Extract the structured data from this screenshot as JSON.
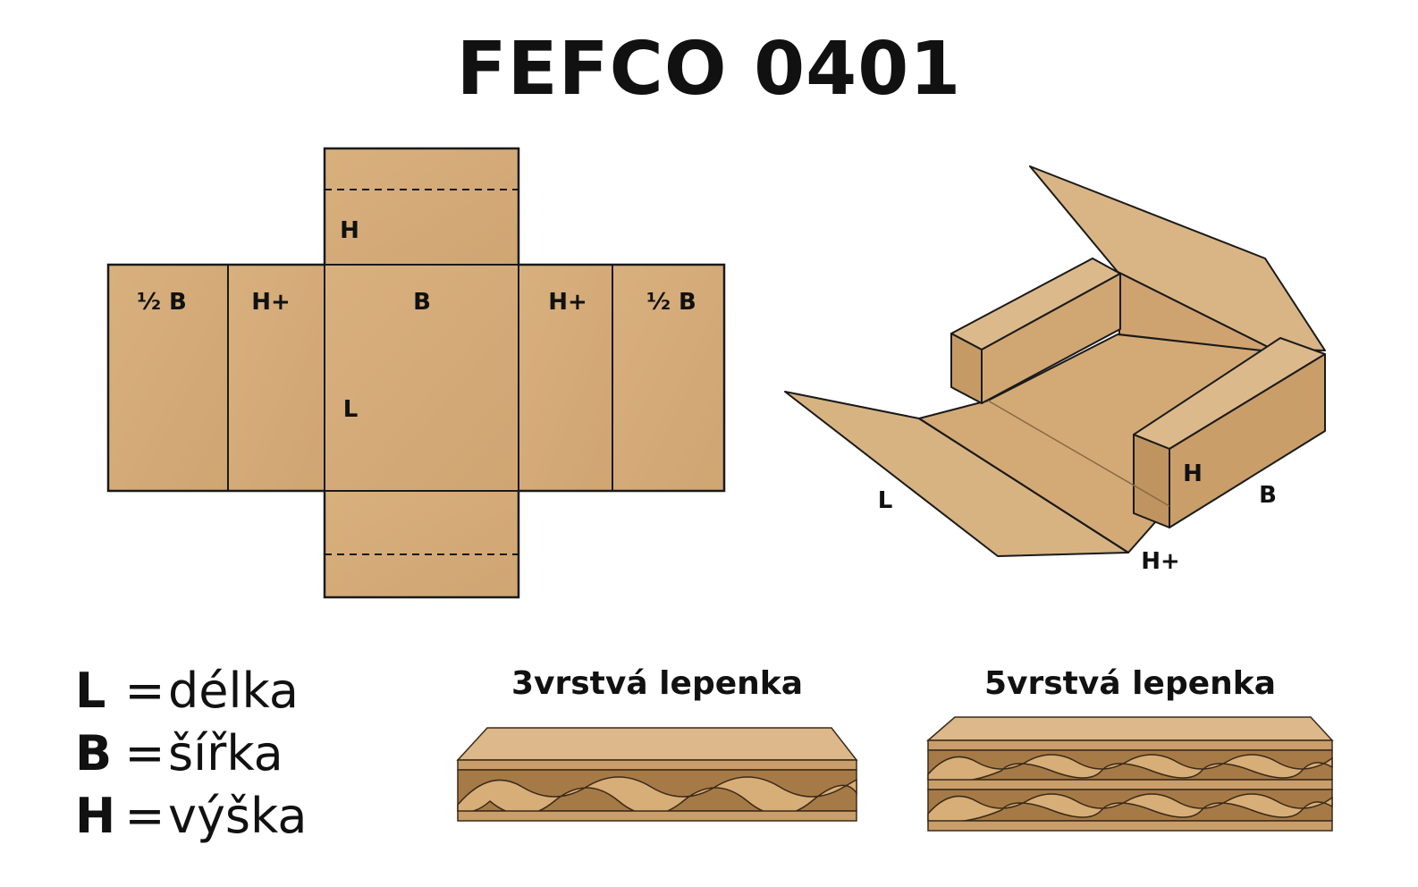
{
  "title": "FEFCO 0401",
  "net_labels": {
    "half_b_left": "½ B",
    "h_plus_left": "H+",
    "b_center": "B",
    "h_plus_right": "H+",
    "half_b_right": "½ B",
    "h_top": "H",
    "l_center": "L"
  },
  "box_labels": {
    "l": "L",
    "h": "H",
    "b": "B",
    "h_plus": "H+"
  },
  "legend": [
    {
      "key": "L",
      "eq": "=",
      "value": "délka"
    },
    {
      "key": "B",
      "eq": "=",
      "value": "šířka"
    },
    {
      "key": "H",
      "eq": "=",
      "value": "výška"
    }
  ],
  "boards": {
    "three_layer": "3vrstvá lepenka",
    "five_layer": "5vrstvá lepenka"
  },
  "colors": {
    "kraft": "#d2aa78",
    "kraft_dark": "#b8905e",
    "kraft_light": "#dfbb8a",
    "line": "#1a1a1a"
  }
}
